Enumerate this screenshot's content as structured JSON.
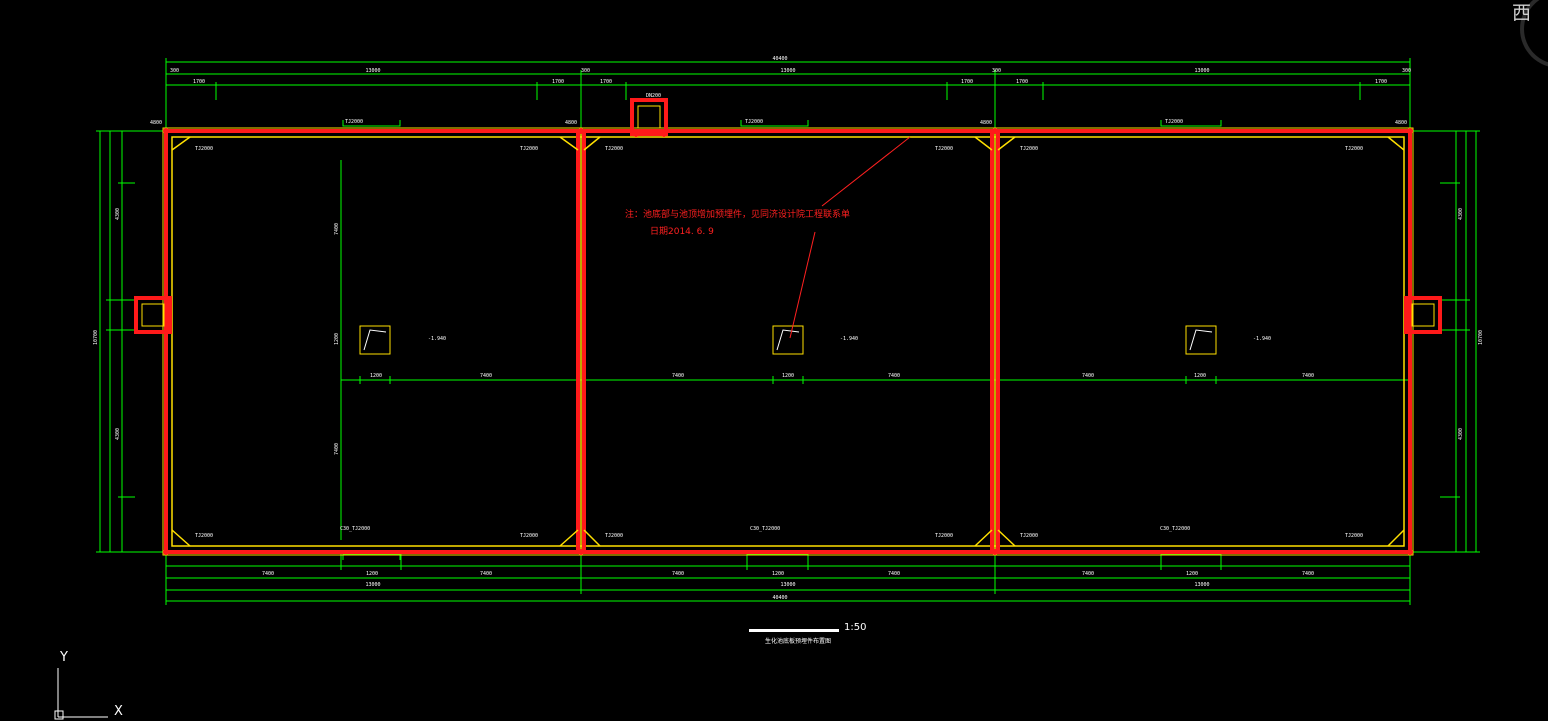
{
  "colors": {
    "background": "#000000",
    "dimension": "#00ff00",
    "wall_outer": "#ff1a1a",
    "wall_inner": "#ffe000",
    "text": "#ffffff",
    "note": "#ff2020",
    "ucs": "#ffffff"
  },
  "view_cube": {
    "label": "西"
  },
  "note": {
    "line1": "注：池底部与池顶增加预埋件，见同济设计院工程联系单",
    "line2": "日期2014. 6. 9"
  },
  "scale_bar": {
    "ratio": "1:50",
    "caption": "生化池底板预埋件布置图"
  },
  "ucs_icon": {
    "y_label": "Y",
    "x_label": "X"
  },
  "dimensions": {
    "overall_top": "40400",
    "overall_bottom": "40400",
    "bay": "13000",
    "wall_thk": "300",
    "edge": "1700",
    "span": "7400",
    "mid": "1200",
    "left_total": "10700",
    "right_total": "10700",
    "half": "4300",
    "vert_span": "7400",
    "vert_mid": "1200"
  },
  "labels": {
    "embed": "TJ2000",
    "embed_b": "TJ2000",
    "embed_c": "C30_TJ2000",
    "level": "-1.940",
    "pipe": "DN200",
    "node": "4800"
  }
}
